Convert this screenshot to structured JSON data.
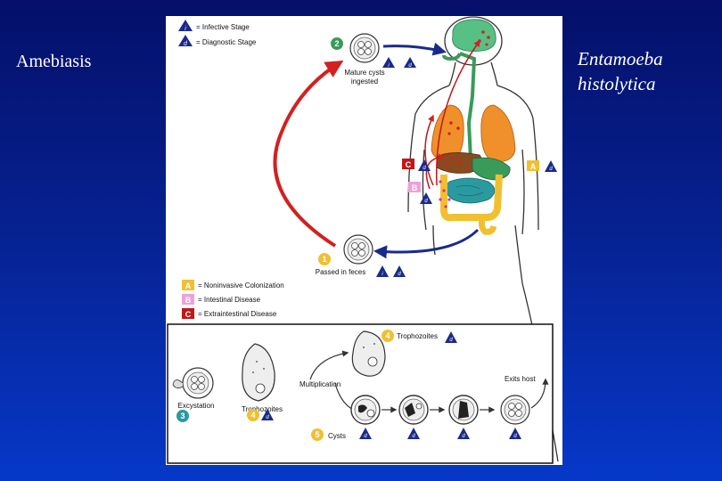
{
  "slide": {
    "title": "Amebiasis",
    "organism_line1": "Entamoeba",
    "organism_line2": "histolytica"
  },
  "legend_top": {
    "infective_key": "i",
    "infective_label": "= Infective Stage",
    "diagnostic_key": "d",
    "diagnostic_label": "= Diagnostic Stage"
  },
  "legend_bottom": {
    "a_key": "A",
    "a_label": "= Noninvasive Colonization",
    "b_key": "B",
    "b_label": "= Intestinal Disease",
    "c_key": "C",
    "c_label": "= Extraintestinal Disease"
  },
  "stages": {
    "stage2_num": "2",
    "stage2_line1": "Mature cysts",
    "stage2_line2": "ingested",
    "stage1_num": "1",
    "stage1_label": "Passed in feces",
    "stage3_num": "3",
    "stage3_label": "Excystation",
    "stage4_num": "4",
    "stage4_label": "Trophozoites",
    "stage4_top_label": "Trophozoites",
    "stage5_num": "5",
    "stage5_label": "Cysts",
    "multiplication_label": "Multiplication",
    "exits_label": "Exits host"
  },
  "colors": {
    "infective_triangle": "#1a2a8a",
    "red_arrow": "#d42020",
    "blue_arrow": "#1a2a8a",
    "stage_green": "#3a9a5a",
    "stage_yellow": "#f0c030",
    "stage_teal": "#2a9aa0",
    "badge_a": "#f0c030",
    "badge_b": "#f0a0d8",
    "badge_c": "#c01818"
  }
}
